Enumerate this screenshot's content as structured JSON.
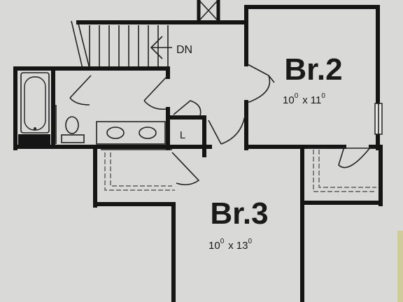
{
  "rooms": {
    "br2": {
      "name": "Br.2",
      "w_ft": "10",
      "w_in": "0",
      "h_ft": "11",
      "h_in": "0"
    },
    "br3": {
      "name": "Br.3",
      "w_ft": "10",
      "w_in": "0",
      "h_ft": "13",
      "h_in": "0"
    }
  },
  "labels": {
    "stair_direction": "DN",
    "linen_closet": "L"
  },
  "dimension_separator": "x",
  "colors": {
    "paper": "#d9d9d7",
    "wall": "#151515",
    "paper_edge": "#c9c06a"
  }
}
